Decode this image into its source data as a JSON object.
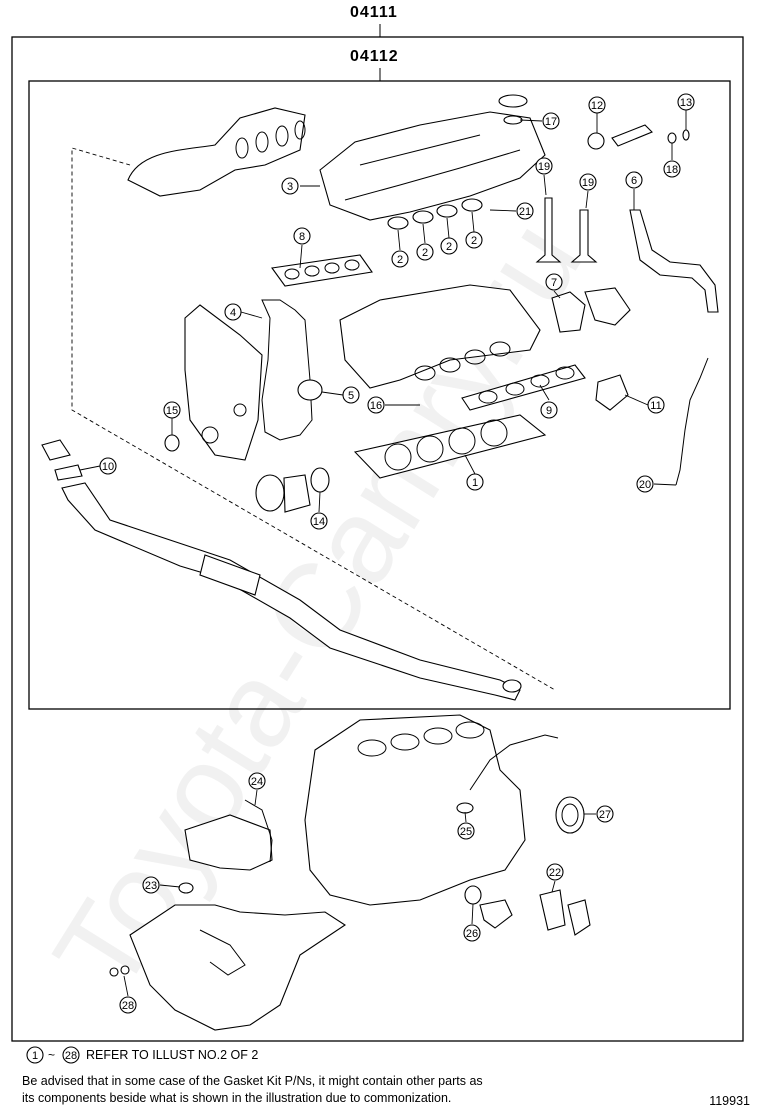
{
  "diagram": {
    "outer_kit": "04111",
    "inner_kit": "04112",
    "watermark": "Toyota-Camry.ru",
    "callouts": [
      "1",
      "2",
      "2",
      "2",
      "2",
      "3",
      "4",
      "5",
      "6",
      "7",
      "8",
      "9",
      "10",
      "11",
      "12",
      "13",
      "14",
      "15",
      "16",
      "17",
      "18",
      "19",
      "19",
      "20",
      "21",
      "22",
      "23",
      "24",
      "25",
      "26",
      "27",
      "28"
    ]
  },
  "notes": {
    "range_start": "1",
    "range_end": "28",
    "range_sep": "~",
    "refer": "REFER TO ILLUST NO.2 OF 2",
    "advice_line1": "Be advised that in some case of the Gasket Kit P/Ns,  it might contain other parts as",
    "advice_line2": "its components beside what is shown in the illustration due to commonization."
  },
  "figure_number": "119931"
}
